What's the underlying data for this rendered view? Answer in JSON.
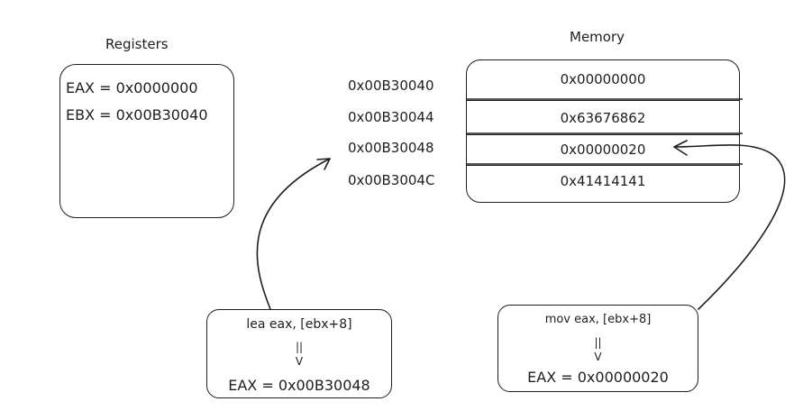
{
  "registers": {
    "title": "Registers",
    "lines": [
      "EAX = 0x0000000",
      "EBX = 0x00B30040"
    ]
  },
  "memory": {
    "title": "Memory",
    "rows": [
      {
        "address": "0x00B30040",
        "value": "0x00000000"
      },
      {
        "address": "0x00B30044",
        "value": "0x63676862"
      },
      {
        "address": "0x00B30048",
        "value": "0x00000020"
      },
      {
        "address": "0x00B3004C",
        "value": "0x41414141"
      }
    ]
  },
  "lea_box": {
    "instruction": "lea eax, [ebx+8]",
    "arrow": "V",
    "result": "EAX = 0x00B30048"
  },
  "mov_box": {
    "instruction": "mov eax, [ebx+8]",
    "arrow": "V",
    "result": "EAX = 0x00000020"
  }
}
